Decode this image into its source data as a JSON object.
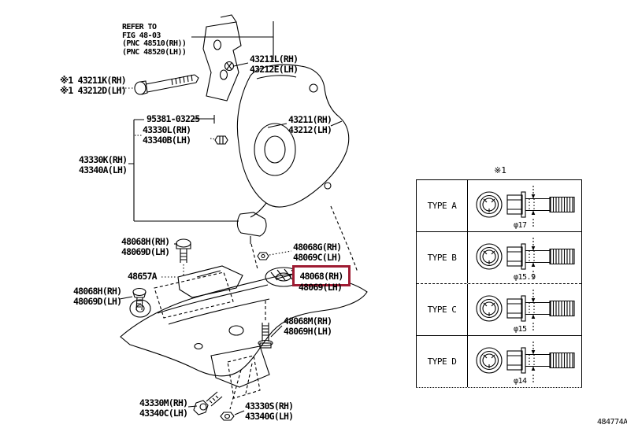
{
  "page": {
    "code": "484774A",
    "background": "#ffffff",
    "line_color": "#000000",
    "highlight_color": "#9e1b32"
  },
  "refer_note": {
    "lines": [
      "REFER TO",
      "FIG 48-03",
      "(PNC 48510(RH))",
      "(PNC 48520(LH))"
    ]
  },
  "callouts": {
    "strut_bolt": {
      "rh": "43211L(RH)",
      "lh": "43212E(LH)"
    },
    "knuckle_bolt": {
      "rh": "※1 43211K(RH)",
      "lh": "※1 43212D(LH)"
    },
    "cotter_pin": {
      "part": "95381-03225"
    },
    "balljoint_nut": {
      "rh": "43330L(RH)",
      "lh": "43340B(LH)"
    },
    "balljoint": {
      "rh": "43330K(RH)",
      "lh": "43340A(LH)"
    },
    "knuckle": {
      "rh": "43211(RH)",
      "lh": "43212(LH)"
    },
    "bracket_bolt": {
      "rh": "48068H(RH)",
      "lh": "48069D(LH)"
    },
    "bracket": {
      "part": "48657A"
    },
    "arm_nut": {
      "rh": "48068G(RH)",
      "lh": "48069C(LH)"
    },
    "arm": {
      "rh": "48068(RH)",
      "lh": "48069(LH)"
    },
    "arm_front_bolt": {
      "rh": "48068H(RH)",
      "lh": "48069D(LH)"
    },
    "arm_rear_bolt": {
      "rh": "48068M(RH)",
      "lh": "48069H(LH)"
    },
    "balljoint_bolt": {
      "rh": "43330M(RH)",
      "lh": "43340C(LH)"
    },
    "balljoint_set_nut": {
      "rh": "43330S(RH)",
      "lh": "43340G(LH)"
    }
  },
  "bolt_table": {
    "header_mark": "※1",
    "rows": [
      {
        "label": "TYPE A",
        "diameter": "φ17"
      },
      {
        "label": "TYPE B",
        "diameter": "φ15.9"
      },
      {
        "label": "TYPE C",
        "diameter": "φ15"
      },
      {
        "label": "TYPE D",
        "diameter": "φ14"
      }
    ]
  }
}
